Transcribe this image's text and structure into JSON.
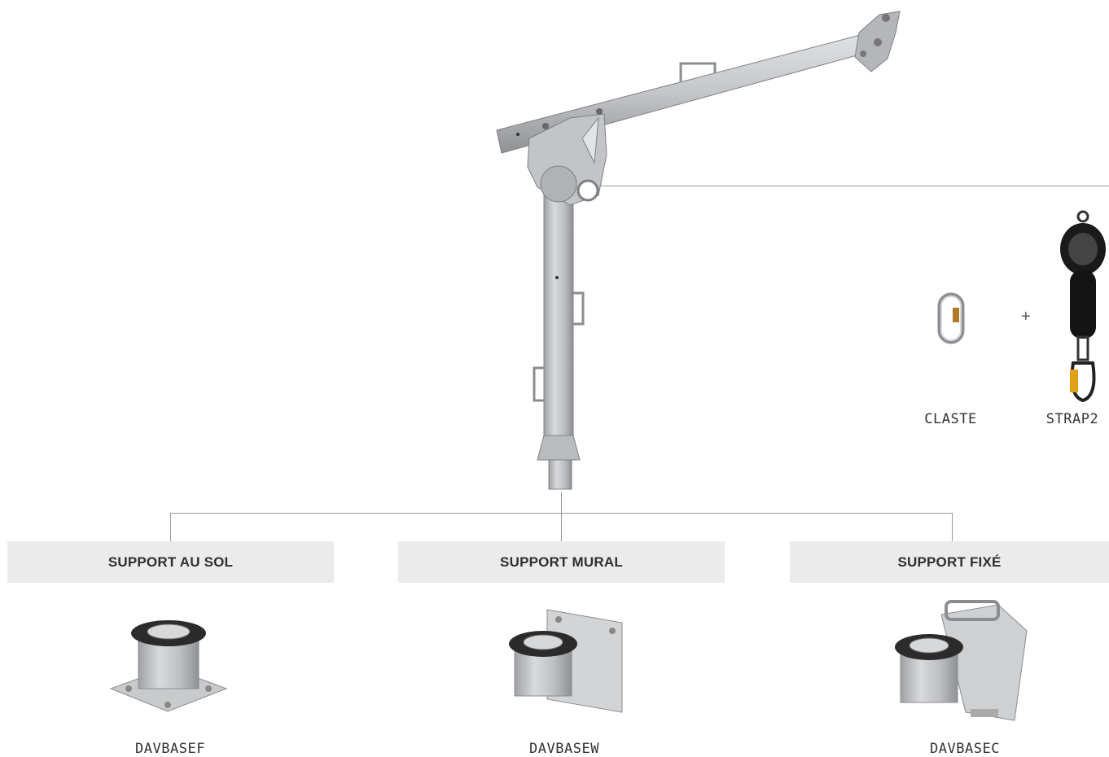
{
  "supports": [
    {
      "title": "SUPPORT AU SOL",
      "code": "DAVBASEF"
    },
    {
      "title": "SUPPORT MURAL",
      "code": "DAVBASEW"
    },
    {
      "title": "SUPPORT FIXÉ",
      "code": "DAVBASEC"
    }
  ],
  "accessories": {
    "carabiner_code": "CLASTE",
    "plus_sign": "+",
    "fall_arrester_code": "STRAP2"
  },
  "colors": {
    "header_bg": "#ebebeb",
    "connector_line": "#9a9a9a",
    "steel": "#c9cacc"
  },
  "icons": [
    "davit-arm",
    "carabiner-icon",
    "fall-arrester-icon",
    "floor-base-icon",
    "wall-base-icon",
    "fixed-base-icon"
  ]
}
